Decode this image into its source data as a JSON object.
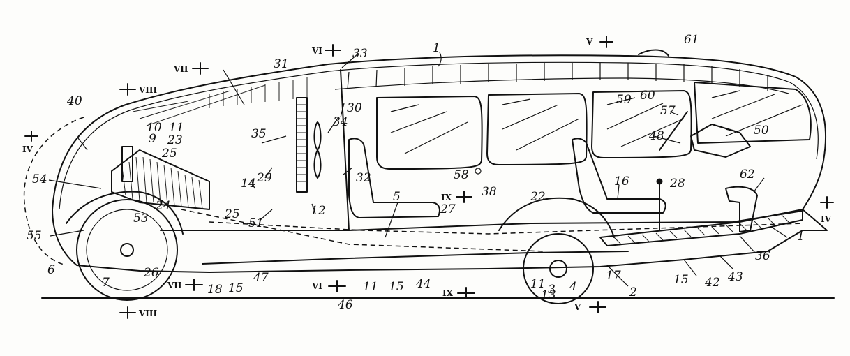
{
  "figure": {
    "reference_numerals": [
      "1",
      "2",
      "3",
      "4",
      "5",
      "6",
      "7",
      "9",
      "10",
      "11",
      "12",
      "13",
      "14",
      "15",
      "16",
      "17",
      "18",
      "22",
      "23",
      "24",
      "25",
      "26",
      "27",
      "28",
      "29",
      "30",
      "31",
      "32",
      "33",
      "34",
      "35",
      "36",
      "38",
      "40",
      "42",
      "43",
      "44",
      "46",
      "47",
      "48",
      "50",
      "51",
      "53",
      "54",
      "55",
      "57",
      "58",
      "59",
      "60",
      "61",
      "62"
    ],
    "section_marks": [
      "IV",
      "V",
      "VI",
      "VII",
      "VIII",
      "IX"
    ]
  }
}
